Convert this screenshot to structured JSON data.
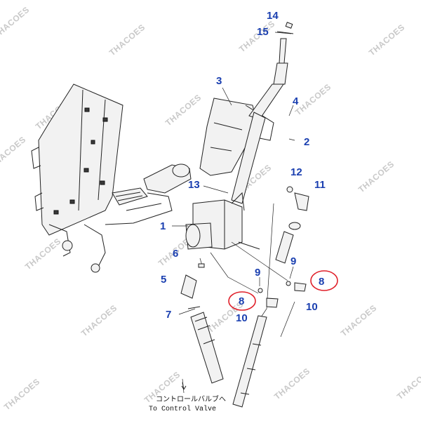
{
  "labels": {
    "p1": "1",
    "p2": "2",
    "p3": "3",
    "p4": "4",
    "p5": "5",
    "p6": "6",
    "p7": "7",
    "p8a": "8",
    "p8b": "8",
    "p9a": "9",
    "p9b": "9",
    "p10a": "10",
    "p10b": "10",
    "p11": "11",
    "p12": "12",
    "p13": "13",
    "p14": "14",
    "p15": "15"
  },
  "caption": {
    "jp": "コントロールバルブへ",
    "en": "To Control Valve"
  },
  "watermark": "THACOES",
  "colors": {
    "label": "#1a3fb0",
    "highlight": "#e0202a",
    "watermark": "#c9c9c9",
    "drawing": "#222222"
  }
}
